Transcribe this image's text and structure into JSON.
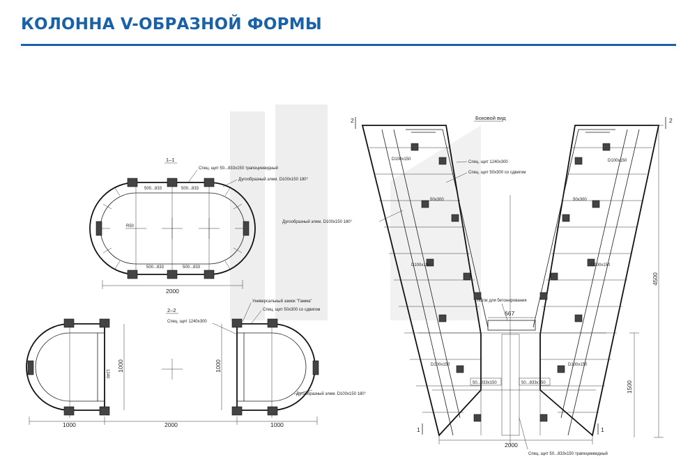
{
  "header": {
    "title": "КОЛОННА V-ОБРАЗНОЙ ФОРМЫ",
    "accent_color": "#1a62a8"
  },
  "section_1": {
    "label": "1–1",
    "panel_label": "Спец. щит 50...833x150 трапециевидный",
    "arc_label": "Дугообразный элем. D100x150 180°",
    "radius_label": "R50",
    "top_panel_marks": [
      "500...833",
      "500...833"
    ],
    "bottom_panel_marks": [
      "500...833",
      "500...833"
    ],
    "dim_width": "2000"
  },
  "section_2": {
    "label": "2–2",
    "lock_label": "Универсальный замок \"Гамма\"",
    "shift_panel_label": "Спец. щит 50x300 со сдвигом",
    "panel_label": "Спец. щит 1240x300",
    "arc_label": "Дугообразный элем. D100x150 180°",
    "dim_1000_a": "1000",
    "dim_2000": "2000",
    "dim_1000_b": "1000",
    "height_left": "1000",
    "height_right": "1000",
    "inner_mark": "1240"
  },
  "side_view": {
    "title": "Боковой вид",
    "cut_marks": [
      "2",
      "2",
      "1",
      "1"
    ],
    "label_panel_1240": "Спец. щит 1240x300",
    "label_shift_panel": "Спец. щит 50x300 со сдвигом",
    "label_arc": "Дугообразный элем. D100x150 180°",
    "label_tray": "Лоток для бетонирования",
    "label_bottom_panel": "Спец. щит 50...833x150 трапециевидный",
    "mark_d100x150": "D100x150",
    "mark_50x300": "50x300",
    "mark_50_833": "50...833x150",
    "dim_667": "667",
    "dim_4500": "4500",
    "dim_1500": "1500",
    "dim_2000": "2000"
  }
}
